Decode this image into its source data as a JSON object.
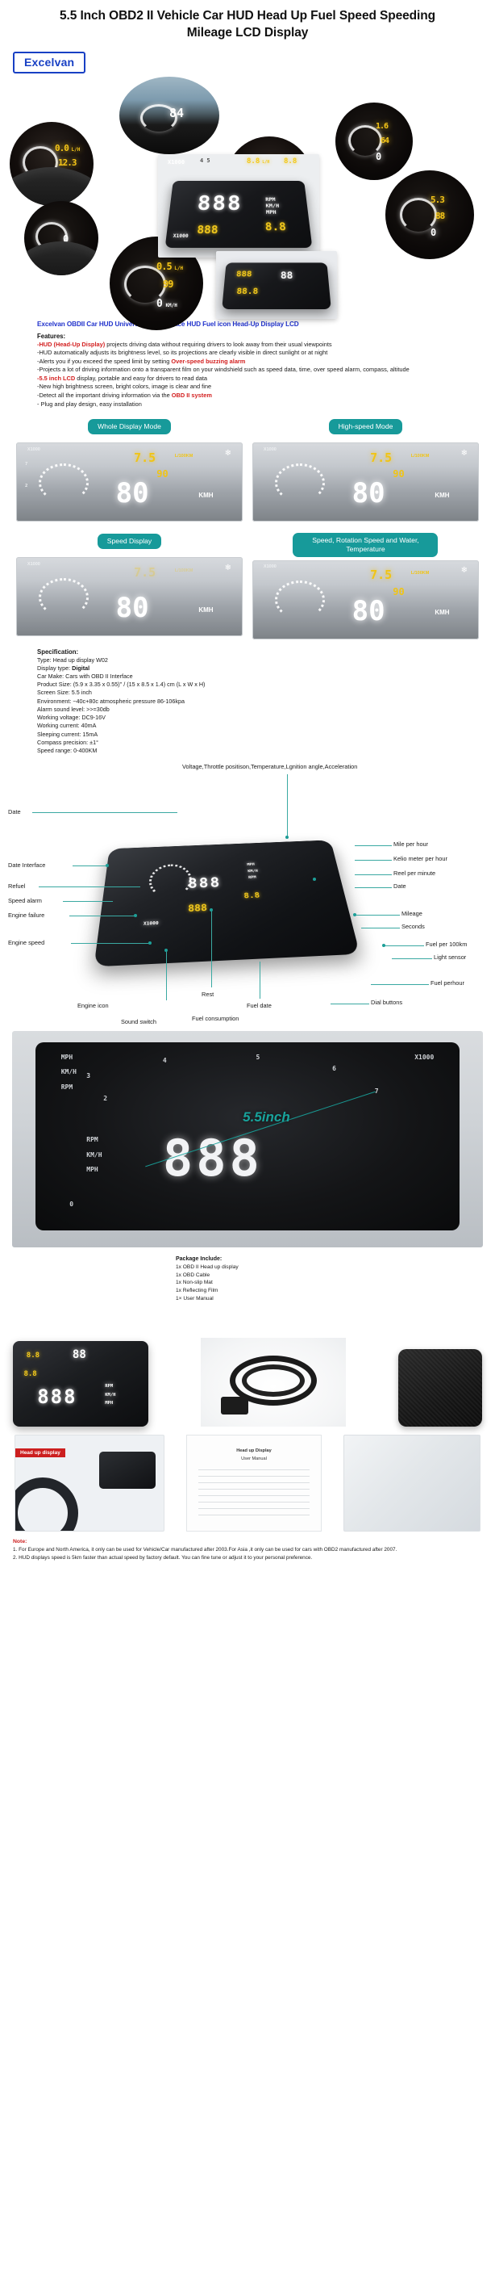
{
  "title": "5.5 Inch OBD2 II Vehicle Car HUD Head Up Fuel Speed Speeding Mileage LCD Display",
  "brand": "Excelvan",
  "headline": "Excelvan OBDII Car HUD Universal Car Interface HUD Fuel icon Head-Up Display LCD",
  "features": {
    "heading": "Features:",
    "lines": [
      {
        "bold_red": "-HUD (Head-Up Display)",
        "rest": " projects driving data without requiring drivers to look away from their usual viewpoints"
      },
      {
        "bold_red": "",
        "rest": "-HUD automatically adjusts its brightness level, so its projections are clearly visible in direct sunlight or at night"
      },
      {
        "bold_red": "",
        "rest": "-Alerts you if you exceed the speed limit by setting ",
        "trail_red": "Over-speed buzzing alarm"
      },
      {
        "bold_red": "",
        "rest": "-Projects a lot of driving information onto a transparent film on your windshield such as speed data, time, over speed alarm, compass, altitude"
      },
      {
        "bold_red": "-5.5 inch LCD",
        "rest": " display, portable and easy for drivers to read data"
      },
      {
        "bold_red": "",
        "rest": "-New high brightness screen, bright colors, image is clear and fine"
      },
      {
        "bold_red": "",
        "rest": "-Detect all the important driving information via the ",
        "trail_red": "OBD II system"
      },
      {
        "bold_red": "",
        "rest": "- Plug and play design, easy installation"
      }
    ]
  },
  "modes": {
    "whole_display": "Whole Display Mode",
    "high_speed": "High-speed Mode",
    "speed_display": "Speed Display",
    "speed_rotation": "Speed, Rotation Speed and Water, Temperature"
  },
  "mode_readouts": {
    "x1000": "X1000",
    "fuel": "7.5",
    "fuel_unit": "L/100KM",
    "rpm": "90",
    "speed": "80",
    "speed_unit": "KMH",
    "gauge_max": "7",
    "gauge_min": "2"
  },
  "specification": {
    "heading": "Specification:",
    "items": [
      {
        "label": "Type:",
        "value": " Head up display W02"
      },
      {
        "label": "Display type:",
        "value": " ",
        "bold_value": "Digital"
      },
      {
        "label": "Car Make:",
        "value": " Cars with OBD II Interface"
      },
      {
        "label": "Product Size:",
        "value": " (5.9 x 3.35 x 0.55)\" / (15 x 8.5 x 1.4) cm (L x W x H)"
      },
      {
        "label": "Screen Size:",
        "value": " 5.5 inch"
      },
      {
        "label": "Environment:",
        "value": " ~40c+80c  atmospheric pressure 86-106kpa"
      },
      {
        "label": "Alarm sound level:",
        "value": " >>=30db"
      },
      {
        "label": "Working voltage:",
        "value": " DC9-16V"
      },
      {
        "label": "Working current:",
        "value": " 40mA"
      },
      {
        "label": "Sleeping current:",
        "value": " 15mA"
      },
      {
        "label": "Compass precision:",
        "value": " ±1°"
      },
      {
        "label": "Speed range:",
        "value": " 0-400KM"
      }
    ]
  },
  "diagram": {
    "top_label": "Voltage,Throttle positison,Temperature,Lgnition angle,Acceleration",
    "left_labels": [
      "Date",
      "Date Interface",
      "Refuel",
      "Speed alarm",
      "Engine failure",
      "Engine speed"
    ],
    "right_labels": [
      "Mile per hour",
      "Kelio meter per hour",
      "Reel per minute",
      "Date",
      "Mileage",
      "Seconds",
      "Fuel per 100km",
      "Light sensor",
      "Fuel perhour",
      "Dial buttons"
    ],
    "bottom_labels": [
      "Engine icon",
      "Rest",
      "Fuel date",
      "Sound switch",
      "Fuel consumption"
    ]
  },
  "bigshot": {
    "inch_tag": "5.5inch",
    "x1000": "X1000",
    "units": [
      "MPH",
      "KM/H",
      "RPM"
    ],
    "segments": "888",
    "dial_numbers": [
      "0",
      "2",
      "3",
      "4",
      "5",
      "6",
      "7"
    ]
  },
  "package": {
    "heading": "Package Include:",
    "items": [
      "1x OBD II Head up display",
      "1x OBD Cable",
      "1x Non-slip Mat",
      "1x Reflecting Film",
      "1× User Manual"
    ]
  },
  "manual": {
    "cover_tab": "Head up display",
    "book_title": "Head up Display",
    "book_sub": "User Manual"
  },
  "note": {
    "heading": "Note:",
    "lines": [
      "1. For Europe and North America, it only can be used for Vehicle/Car manufactured after 2003.For Asia ,it only can be used for cars with OBD2 manufactured after 2007.",
      "2. HUD displays speed is 5km faster than actual speed by factory default. You can fine tune or adjust it to your personal preference."
    ]
  },
  "colors": {
    "teal": "#179a9a",
    "blue": "#2233cc",
    "red": "#d32020",
    "amber": "#f3c91c"
  }
}
